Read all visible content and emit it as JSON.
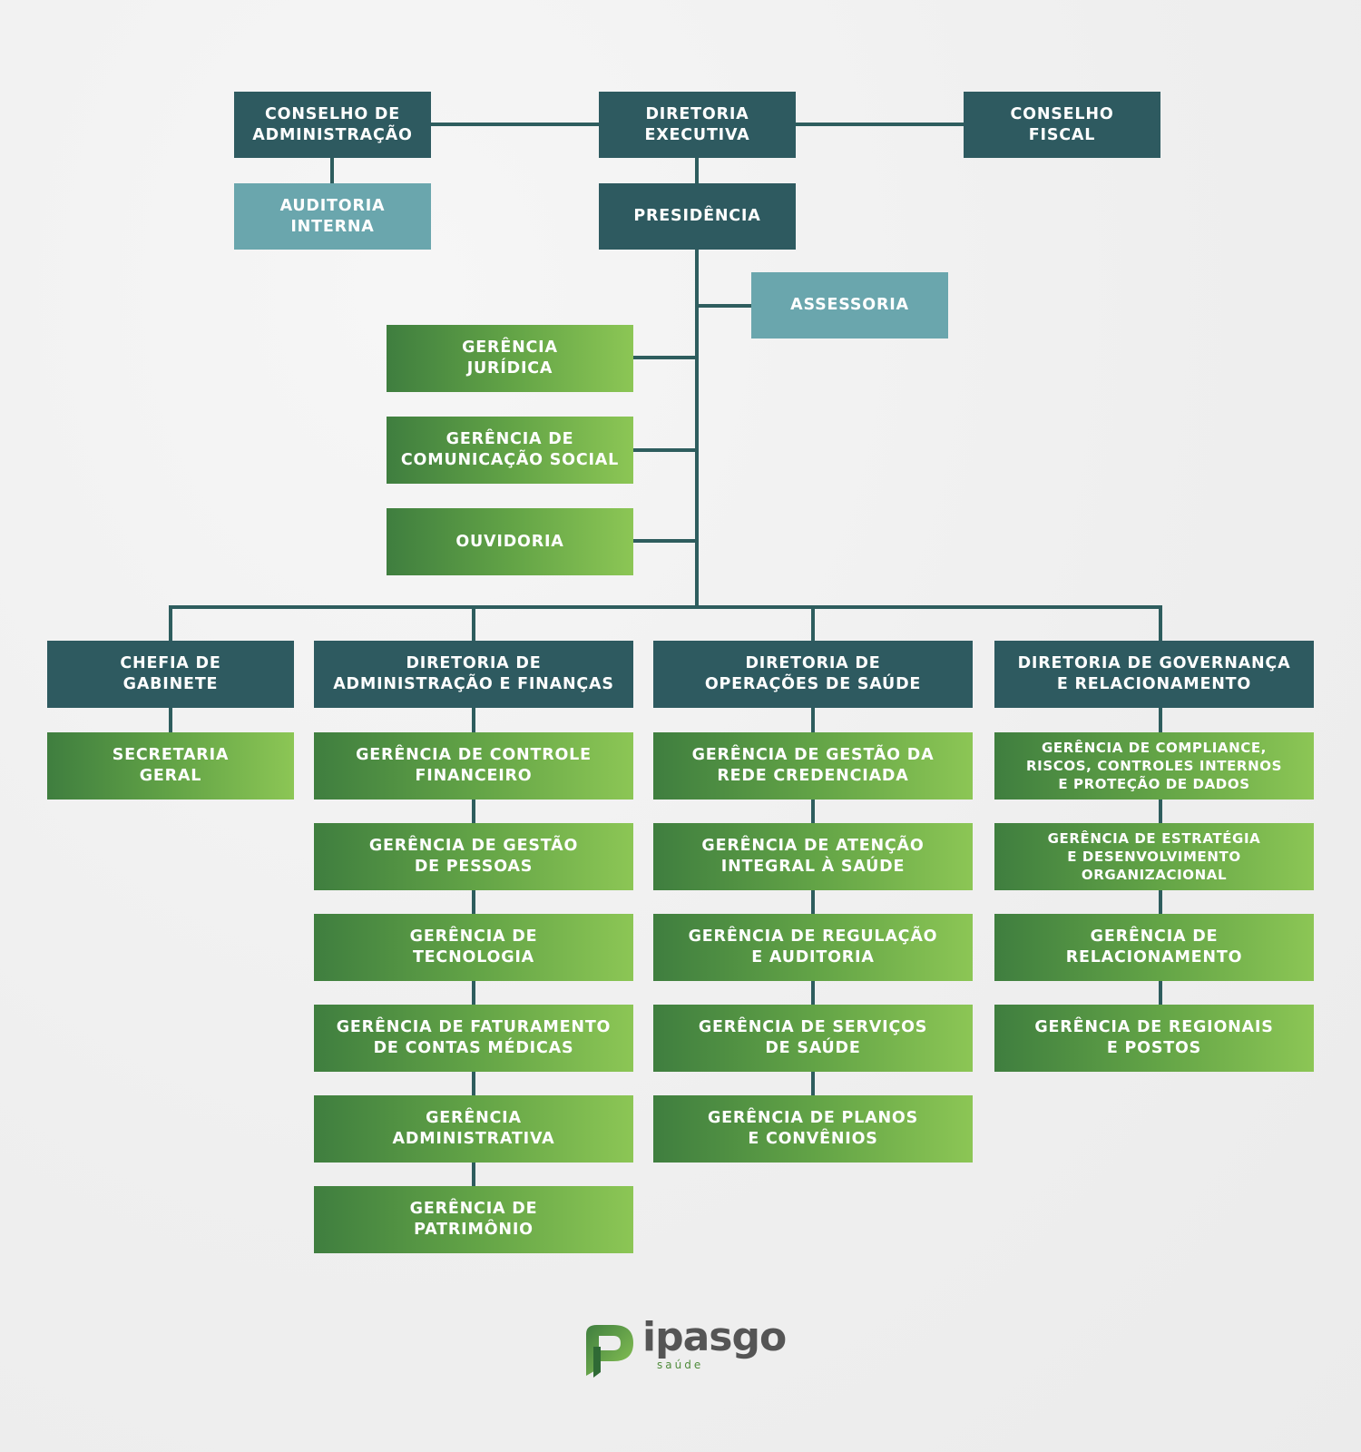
{
  "top": {
    "conselho_admin": "CONSELHO DE\nADMINISTRAÇÃO",
    "diretoria_executiva": "DIRETORIA\nEXECUTIVA",
    "conselho_fiscal": "CONSELHO\nFISCAL",
    "auditoria_interna": "AUDITORIA\nINTERNA",
    "presidencia": "PRESIDÊNCIA",
    "assessoria": "ASSESSORIA"
  },
  "staff": [
    "GERÊNCIA\nJURÍDICA",
    "GERÊNCIA DE\nCOMUNICAÇÃO SOCIAL",
    "OUVIDORIA"
  ],
  "columns": [
    {
      "head": "CHEFIA DE\nGABINETE",
      "items": [
        "SECRETARIA\nGERAL"
      ]
    },
    {
      "head": "DIRETORIA DE\nADMINISTRAÇÃO E FINANÇAS",
      "items": [
        "GERÊNCIA DE CONTROLE\nFINANCEIRO",
        "GERÊNCIA DE GESTÃO\nDE PESSOAS",
        "GERÊNCIA DE\nTECNOLOGIA",
        "GERÊNCIA DE FATURAMENTO\nDE CONTAS MÉDICAS",
        "GERÊNCIA\nADMINISTRATIVA",
        "GERÊNCIA DE\nPATRIMÔNIO"
      ]
    },
    {
      "head": "DIRETORIA DE\nOPERAÇÕES DE SAÚDE",
      "items": [
        "GERÊNCIA DE GESTÃO DA\nREDE CREDENCIADA",
        "GERÊNCIA DE ATENÇÃO\nINTEGRAL À SAÚDE",
        "GERÊNCIA DE REGULAÇÃO\nE AUDITORIA",
        "GERÊNCIA DE SERVIÇOS\nDE SAÚDE",
        "GERÊNCIA DE PLANOS\nE CONVÊNIOS"
      ]
    },
    {
      "head": "DIRETORIA DE GOVERNANÇA\nE RELACIONAMENTO",
      "items": [
        "GERÊNCIA DE COMPLIANCE,\nRISCOS, CONTROLES INTERNOS\nE PROTEÇÃO DE DADOS",
        "GERÊNCIA DE ESTRATÉGIA\nE DESENVOLVIMENTO\nORGANIZACIONAL",
        "GERÊNCIA DE\nRELACIONAMENTO",
        "GERÊNCIA DE REGIONAIS\nE POSTOS"
      ]
    }
  ],
  "logo": {
    "name": "ipasgo",
    "subtitle": "saúde",
    "icon": "ipasgo-p-logo-icon"
  },
  "colors": {
    "dark": "#2e5a60",
    "light": "#6aa6ad",
    "green_start": "#3f7e3f",
    "green_end": "#8cc655",
    "line": "#2e5d5e"
  }
}
